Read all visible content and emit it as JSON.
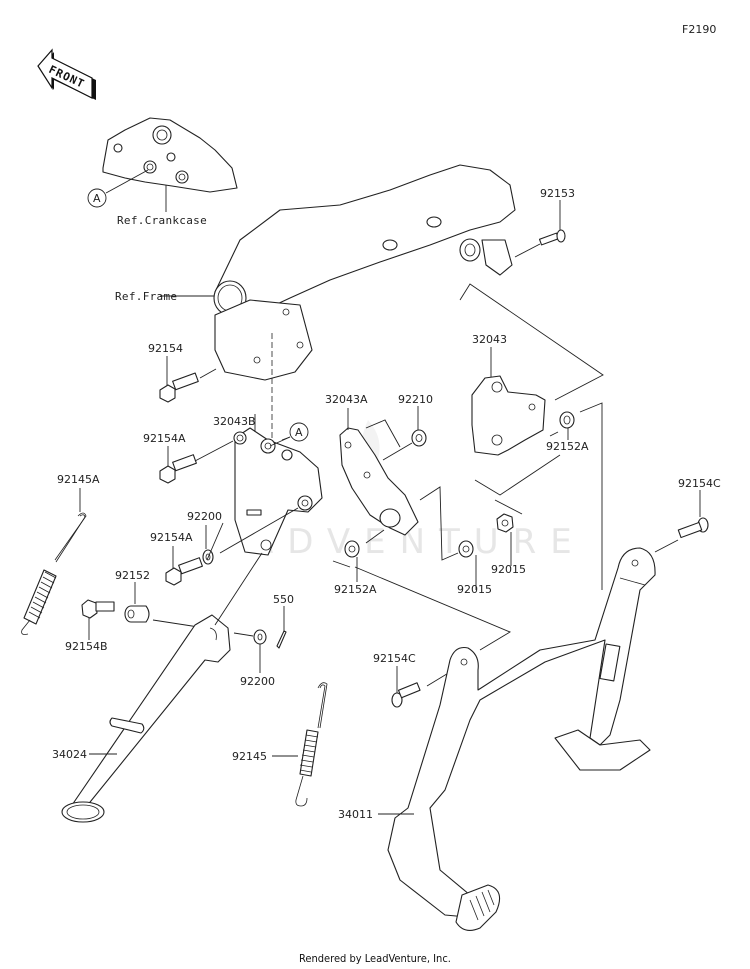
{
  "diagram": {
    "code": "F2190",
    "front_arrow": "FRONT",
    "footer": "Rendered by LeadVenture, Inc.",
    "watermark": "ADVENTURE",
    "references": {
      "crankcase": "Ref.Crankcase",
      "frame": "Ref.Frame"
    },
    "callout_symbol": "A",
    "parts": [
      {
        "id": "92153",
        "label": "92153"
      },
      {
        "id": "92154",
        "label": "92154"
      },
      {
        "id": "32043",
        "label": "32043"
      },
      {
        "id": "32043A",
        "label": "32043A"
      },
      {
        "id": "92210",
        "label": "92210"
      },
      {
        "id": "32043B",
        "label": "32043B"
      },
      {
        "id": "92154A-1",
        "label": "92154A"
      },
      {
        "id": "92152A-1",
        "label": "92152A"
      },
      {
        "id": "92154C-1",
        "label": "92154C"
      },
      {
        "id": "92145A",
        "label": "92145A"
      },
      {
        "id": "92200-1",
        "label": "92200"
      },
      {
        "id": "92154A-2",
        "label": "92154A"
      },
      {
        "id": "92015-1",
        "label": "92015"
      },
      {
        "id": "92015-2",
        "label": "92015"
      },
      {
        "id": "92152A-2",
        "label": "92152A"
      },
      {
        "id": "92152",
        "label": "92152"
      },
      {
        "id": "550",
        "label": "550"
      },
      {
        "id": "92154B",
        "label": "92154B"
      },
      {
        "id": "92154C-2",
        "label": "92154C"
      },
      {
        "id": "92200-2",
        "label": "92200"
      },
      {
        "id": "34024",
        "label": "34024"
      },
      {
        "id": "92145",
        "label": "92145"
      },
      {
        "id": "34011",
        "label": "34011"
      }
    ]
  }
}
